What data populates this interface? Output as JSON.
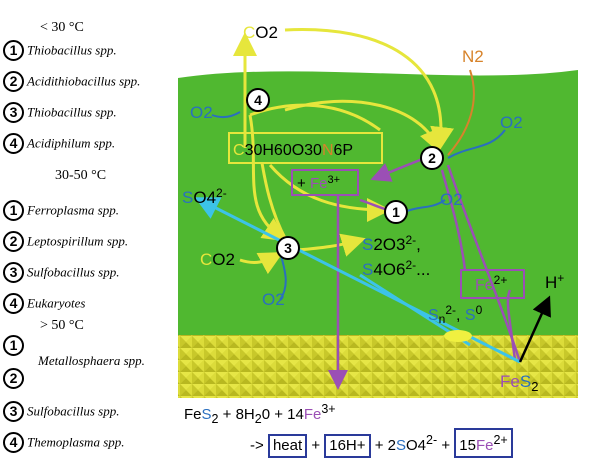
{
  "legend": {
    "groups": [
      {
        "heading": "< 30 °C",
        "items": [
          {
            "num": "1",
            "name": "Thiobacillus spp."
          },
          {
            "num": "2",
            "name": "Acidithiobacillus spp."
          },
          {
            "num": "3",
            "name": "Thiobacillus spp."
          },
          {
            "num": "4",
            "name": "Acidiphilum spp."
          }
        ]
      },
      {
        "heading": "30-50 °C",
        "items": [
          {
            "num": "1",
            "name": "Ferroplasma spp."
          },
          {
            "num": "2",
            "name": "Leptospirillum spp."
          },
          {
            "num": "3",
            "name": "Sulfobacillus spp."
          },
          {
            "num": "4",
            "name": "Eukaryotes"
          }
        ]
      },
      {
        "heading": "> 50 °C",
        "items": [
          {
            "num": "1",
            "name": ""
          },
          {
            "num": "2",
            "name": "Metallosphaera spp."
          },
          {
            "num": "3",
            "name": "Sulfobacillus spp."
          },
          {
            "num": "4",
            "name": "Themoplasma spp."
          }
        ]
      }
    ]
  },
  "diagram": {
    "co2_top": {
      "c": "C",
      "rest": "O2"
    },
    "n2": "N2",
    "o2": "O2",
    "biomass": {
      "c": "C",
      "a": "30H60O30",
      "n": "N",
      "b": "6P"
    },
    "fe3": {
      "plus": "+ ",
      "fe": "Fe",
      "charge": "3+"
    },
    "so4": {
      "s": "S",
      "rest": "O4",
      "charge": "2-"
    },
    "co2_left": {
      "c": "C",
      "rest": "O2"
    },
    "s2o3": {
      "s": "S",
      "rest": "2O3",
      "charge": "2-",
      "tail": ","
    },
    "s4o6": {
      "s": "S",
      "rest": "4O6",
      "charge": "2-",
      "tail": "..."
    },
    "sn": {
      "s": "S",
      "sub": "n",
      "charge": "2-",
      "mid": ", ",
      "s2": "S",
      "sup": "0"
    },
    "fe2": {
      "fe": "Fe",
      "charge": "2+"
    },
    "hplus": {
      "h": "H",
      "charge": "+"
    },
    "fes2": {
      "fe": "Fe",
      "s": "S",
      "sub": "2"
    },
    "markers": [
      "1",
      "2",
      "3",
      "4"
    ]
  },
  "equation": {
    "l1_fe": "Fe",
    "l1_s": "S",
    "l1_2": "2",
    "l1_mid": " + 8H",
    "l1_sub2": "2",
    "l1_o": "0 + 14",
    "l1_fe2": "Fe",
    "l1_sup": "3+",
    "arrow": "->",
    "heat": "heat",
    "plus": "+",
    "h16": "16H+",
    "coef2": "2",
    "so_s": "S",
    "so_rest": "O4",
    "so_sup": "2-",
    "coef15": "15",
    "fe_end": "Fe",
    "fe_end_sup": "2+"
  },
  "colors": {
    "green": "#50b830",
    "yellow": "#e6e63c",
    "cyan": "#3cc3e8",
    "purple": "#9b4fb5",
    "orange": "#d7832b",
    "blue": "#2a6fbf",
    "ground": "#d0d030"
  }
}
